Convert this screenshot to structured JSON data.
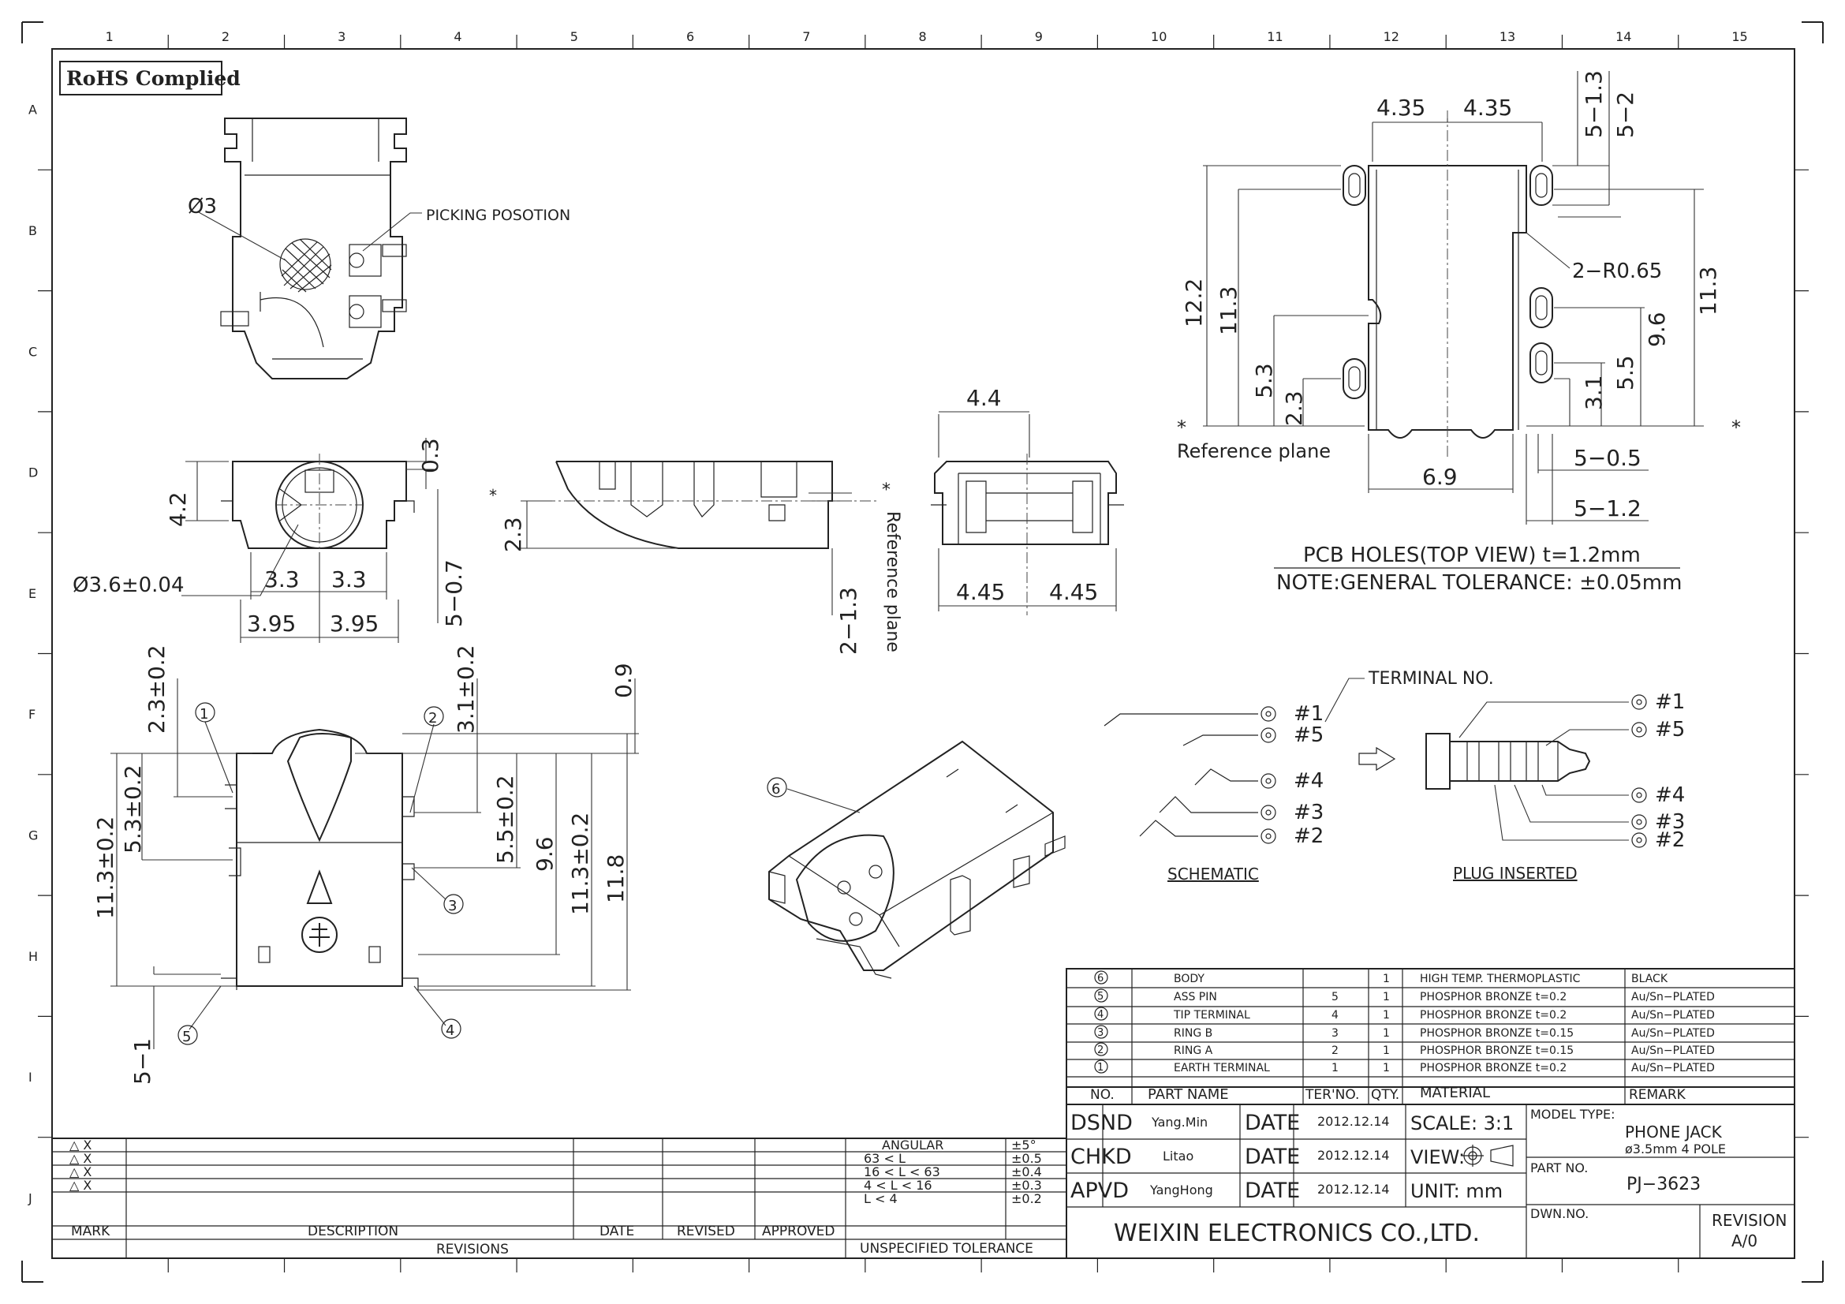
{
  "border": {
    "cols": [
      "1",
      "2",
      "3",
      "4",
      "5",
      "6",
      "7",
      "8",
      "9",
      "10",
      "11",
      "12",
      "13",
      "14",
      "15"
    ],
    "rows": [
      "A",
      "B",
      "C",
      "D",
      "E",
      "F",
      "G",
      "H",
      "I",
      "J"
    ]
  },
  "rohs": "RoHS Complied",
  "top_view": {
    "picking": "PICKING POSOTION",
    "dia": "Ø3"
  },
  "front_view": {
    "d1": "4.2",
    "d2": "0.3",
    "d3": "Ø3.6±0.04",
    "d4": "3.3",
    "d5": "3.3",
    "d6": "3.95",
    "d7": "3.95",
    "d8": "5−0.7"
  },
  "side_view": {
    "d1": "2.3",
    "d2": "2−1.3",
    "ref": "Reference plane",
    "star": "*"
  },
  "end_view": {
    "d1": "4.4",
    "d2": "4.45",
    "d3": "4.45"
  },
  "pcb": {
    "d_top1": "4.35",
    "d_top2": "4.35",
    "d_r1": "5−1.3",
    "d_r2": "5−2",
    "radius": "2−R0.65",
    "d_122": "12.2",
    "d_113l": "11.3",
    "d_53": "5.3",
    "d_23": "2.3",
    "d_96": "9.6",
    "d_113r": "11.3",
    "d_55": "5.5",
    "d_31": "3.1",
    "d_69": "6.9",
    "d_05": "5−0.5",
    "d_12": "5−1.2",
    "ref": "Reference plane",
    "star": "*",
    "caption": "PCB HOLES(TOP VIEW) t=1.2mm",
    "note": "NOTE:GENERAL TOLERANCE: ±0.05mm"
  },
  "bottom_view": {
    "d_23": "2.3±0.2",
    "d_53": "5.3±0.2",
    "d_113": "11.3±0.2",
    "d_31": "3.1±0.2",
    "d_09": "0.9",
    "d_55": "5.5±0.2",
    "d_96": "9.6",
    "d_113b": "11.3±0.2",
    "d_118": "11.8",
    "d_51": "5−1",
    "callouts": [
      "1",
      "2",
      "3",
      "4",
      "5"
    ]
  },
  "iso": {
    "callout": "6"
  },
  "schematic": {
    "terminal_label": "TERMINAL NO.",
    "schematic_pins": [
      "#1",
      "#5",
      "#4",
      "#3",
      "#2"
    ],
    "plug_pins": [
      "#1",
      "#5",
      "#4",
      "#3",
      "#2"
    ],
    "schematic_title": "SCHEMATIC",
    "plug_title": "PLUG  INSERTED"
  },
  "bom": {
    "rows": [
      {
        "no": "6",
        "name": "BODY",
        "ter": "",
        "qty": "1",
        "material": "HIGH TEMP. THERMOPLASTIC",
        "remark": "BLACK"
      },
      {
        "no": "5",
        "name": "ASS PIN",
        "ter": "5",
        "qty": "1",
        "material": "PHOSPHOR BRONZE t=0.2",
        "remark": "Au/Sn−PLATED"
      },
      {
        "no": "4",
        "name": "TIP TERMINAL",
        "ter": "4",
        "qty": "1",
        "material": "PHOSPHOR BRONZE t=0.2",
        "remark": "Au/Sn−PLATED"
      },
      {
        "no": "3",
        "name": "RING B",
        "ter": "3",
        "qty": "1",
        "material": "PHOSPHOR BRONZE t=0.15",
        "remark": "Au/Sn−PLATED"
      },
      {
        "no": "2",
        "name": "RING A",
        "ter": "2",
        "qty": "1",
        "material": "PHOSPHOR BRONZE t=0.15",
        "remark": "Au/Sn−PLATED"
      },
      {
        "no": "1",
        "name": "EARTH TERMINAL",
        "ter": "1",
        "qty": "1",
        "material": "PHOSPHOR BRONZE t=0.2",
        "remark": "Au/Sn−PLATED"
      }
    ],
    "header": {
      "no": "NO.",
      "name": "PART  NAME",
      "ter": "TER'NO.",
      "qty": "QTY.",
      "material": "MATERIAL",
      "remark": "REMARK"
    }
  },
  "title_block": {
    "dsnd": "DSND",
    "chkd": "CHKD",
    "apvd": "APVD",
    "dsnd_name": "Yang.Min",
    "chkd_name": "Litao",
    "apvd_name": "YangHong",
    "date_label": "DATE",
    "date1": "2012.12.14",
    "date2": "2012.12.14",
    "date3": "2012.12.14",
    "scale": "SCALE: 3:1",
    "view": "VIEW:",
    "unit": "UNIT:  mm",
    "model_label": "MODEL TYPE:",
    "model1": "PHONE JACK",
    "model2": "ø3.5mm 4 POLE",
    "part_label": "PART NO.",
    "part_no": "PJ−3623",
    "dwn_label": "DWN.NO.",
    "rev_label": "REVISION",
    "rev_value": "A/0",
    "company": "WEIXIN  ELECTRONICS CO.,LTD."
  },
  "revisions": {
    "marks": [
      "△ X",
      "△ X",
      "△ X",
      "△ X"
    ],
    "mark": "MARK",
    "description": "DESCRIPTION",
    "date": "DATE",
    "revised": "REVISED",
    "approved": "APPROVED",
    "title": "REVISIONS"
  },
  "tolerance": {
    "rows": [
      {
        "range": "ANGULAR",
        "tol": "±5°"
      },
      {
        "range": "63 <  L",
        "tol": "±0.5"
      },
      {
        "range": "16  <  L  <  63",
        "tol": "±0.4"
      },
      {
        "range": "4  <  L  <  16",
        "tol": "±0.3"
      },
      {
        "range": "L  <  4",
        "tol": "±0.2"
      }
    ],
    "title": "UNSPECIFIED  TOLERANCE"
  }
}
